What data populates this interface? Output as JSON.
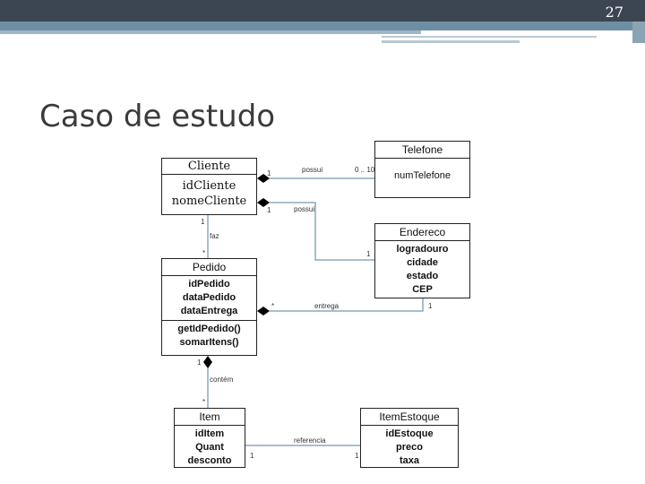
{
  "slide": {
    "number": "27",
    "title": "Caso de estudo"
  },
  "diagram": {
    "classes": {
      "cliente": {
        "name": "Cliente",
        "attributes": [
          "idCliente",
          "nomeCliente"
        ]
      },
      "telefone": {
        "name": "Telefone",
        "attributes": [
          "numTelefone"
        ]
      },
      "endereco": {
        "name": "Endereco",
        "attributes": [
          "logradouro",
          "cidade",
          "estado",
          "CEP"
        ]
      },
      "pedido": {
        "name": "Pedido",
        "attributes": [
          "idPedido",
          "dataPedido",
          "dataEntrega"
        ],
        "methods": [
          "getIdPedido()",
          "somarItens()"
        ]
      },
      "item": {
        "name": "Item",
        "attributes": [
          "idItem",
          "Quant",
          "desconto"
        ]
      },
      "itemestoque": {
        "name": "ItemEstoque",
        "attributes": [
          "idEstoque",
          "preco",
          "taxa"
        ]
      }
    },
    "associations": {
      "possui_tel": {
        "name": "possui",
        "from_mult": "1",
        "to_mult": "0 .. 10"
      },
      "possui_end": {
        "name": "possui",
        "from_mult": "1",
        "to_mult": "1"
      },
      "faz": {
        "name": "faz",
        "from_mult": "1",
        "to_mult": "*"
      },
      "entrega": {
        "name": "entrega",
        "from_mult": "*",
        "to_mult": "1"
      },
      "contem": {
        "name": "contém",
        "from_mult": "1",
        "to_mult": "*"
      },
      "referencia": {
        "name": "referencia",
        "from_mult": "1",
        "to_mult": "1"
      }
    },
    "colors": {
      "line": "#8aa8c0",
      "border": "#222222",
      "diamond": "#000000"
    }
  }
}
